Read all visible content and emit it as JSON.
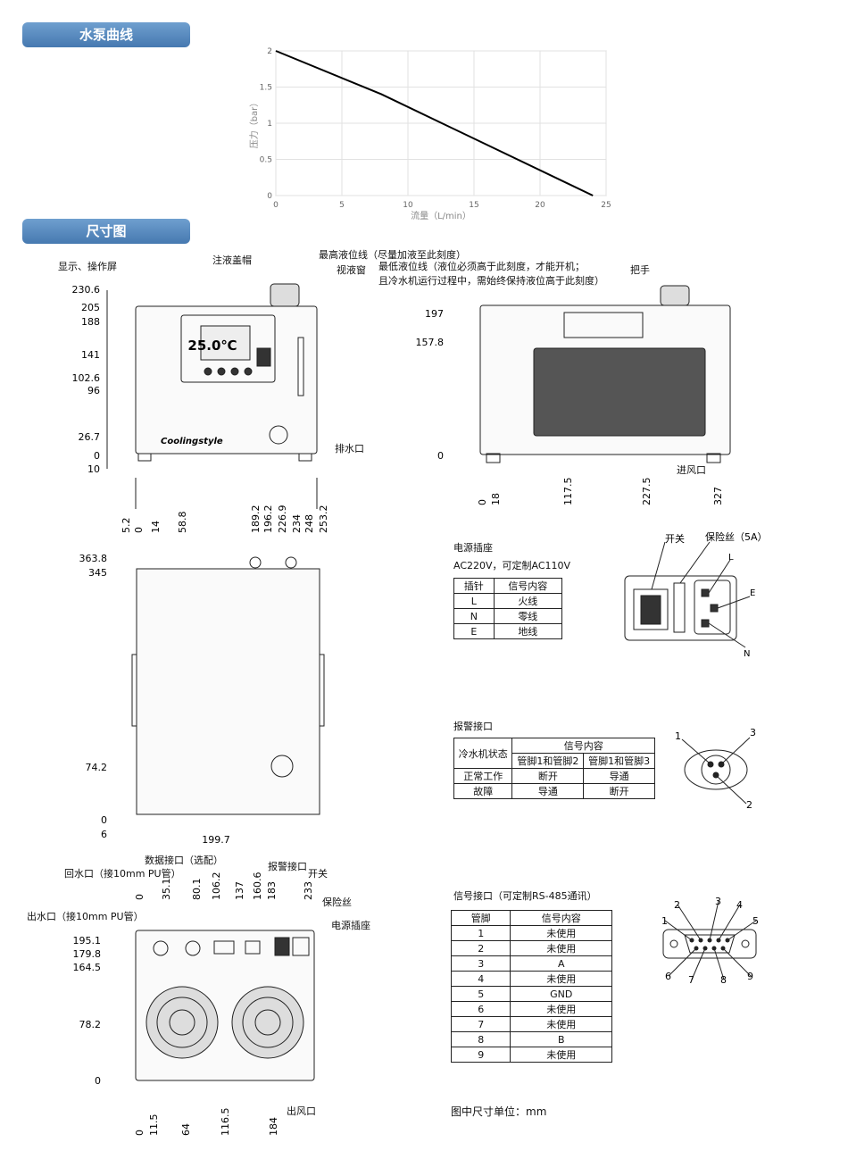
{
  "sections": {
    "pump_curve": "水泵曲线",
    "dimensions": "尺寸图"
  },
  "chart_data": {
    "type": "line",
    "x": [
      0,
      8,
      24
    ],
    "y": [
      2,
      1.4,
      0
    ],
    "xlim": [
      0,
      25
    ],
    "ylim": [
      0,
      2
    ],
    "xticks": [
      "0",
      "5",
      "10",
      "15",
      "20",
      "25"
    ],
    "yticks": [
      "0",
      "0.5",
      "1",
      "1.5",
      "2"
    ],
    "xlabel": "流量（L/min）",
    "ylabel": "压力（bar）",
    "grid": true,
    "line_color": "#000000"
  },
  "front": {
    "labels": {
      "display": "显示、操作屏",
      "cap": "注液盖帽",
      "max_level": "最高液位线（尽量加液至此刻度）",
      "window": "视液窗",
      "min_level": "最低液位线（液位必须高于此刻度，才能开机；",
      "min_level2": "且冷水机运行过程中，需始终保持液位高于此刻度）",
      "drain": "排水口"
    },
    "y_dims": [
      "230.6",
      "205",
      "188",
      "141",
      "102.6",
      "96",
      "26.7",
      "0",
      "10"
    ],
    "x_dims": [
      "5.2",
      "0",
      "14",
      "58.8",
      "189.2",
      "196.2",
      "226.9",
      "234",
      "248",
      "253.2"
    ],
    "screen": "25.0℃",
    "brand": "Coolingstyle"
  },
  "side": {
    "labels": {
      "handle": "把手",
      "inlet": "进风口"
    },
    "y_dims": [
      "197",
      "157.8",
      "0"
    ],
    "x_dims": [
      "0",
      "18",
      "117.5",
      "227.5",
      "327"
    ]
  },
  "top": {
    "y_dims": [
      "363.8",
      "345",
      "74.2",
      "0",
      "6"
    ],
    "x_dim": "199.7"
  },
  "back": {
    "labels": {
      "data_port": "数据接口（选配）",
      "return": "回水口（接10mm PU管）",
      "outlet": "出水口（接10mm PU管）",
      "alarm": "报警接口",
      "switch": "开关",
      "fuse": "保险丝",
      "power": "电源插座",
      "air_out": "出风口"
    },
    "top_dims": [
      "0",
      "35.1",
      "80.1",
      "106.2",
      "137",
      "160.6",
      "183",
      "233"
    ],
    "y_dims": [
      "195.1",
      "179.8",
      "164.5",
      "78.2",
      "0"
    ],
    "x_dims": [
      "0",
      "11.5",
      "64",
      "116.5",
      "184"
    ]
  },
  "power_socket": {
    "title": "电源插座",
    "subtitle": "AC220V，可定制AC110V",
    "headers": [
      "插针",
      "信号内容"
    ],
    "rows": [
      [
        "L",
        "火线"
      ],
      [
        "N",
        "零线"
      ],
      [
        "E",
        "地线"
      ]
    ],
    "labels": {
      "switch": "开关",
      "fuse": "保险丝（5A）",
      "L": "L",
      "E": "E",
      "N": "N"
    }
  },
  "alarm": {
    "title": "报警接口",
    "headers": [
      "冷水机状态",
      "信号内容",
      "管脚1和管脚2",
      "管脚1和管脚3"
    ],
    "rows": [
      [
        "正常工作",
        "断开",
        "导通"
      ],
      [
        "故障",
        "导通",
        "断开"
      ]
    ],
    "pins": [
      "1",
      "2",
      "3"
    ]
  },
  "signal": {
    "title": "信号接口（可定制RS-485通讯）",
    "headers": [
      "管脚",
      "信号内容"
    ],
    "rows": [
      [
        "1",
        "未使用"
      ],
      [
        "2",
        "未使用"
      ],
      [
        "3",
        "A"
      ],
      [
        "4",
        "未使用"
      ],
      [
        "5",
        "GND"
      ],
      [
        "6",
        "未使用"
      ],
      [
        "7",
        "未使用"
      ],
      [
        "8",
        "B"
      ],
      [
        "9",
        "未使用"
      ]
    ],
    "pins": [
      "1",
      "2",
      "3",
      "4",
      "5",
      "6",
      "7",
      "8",
      "9"
    ]
  },
  "unit_note": "图中尺寸单位：mm"
}
